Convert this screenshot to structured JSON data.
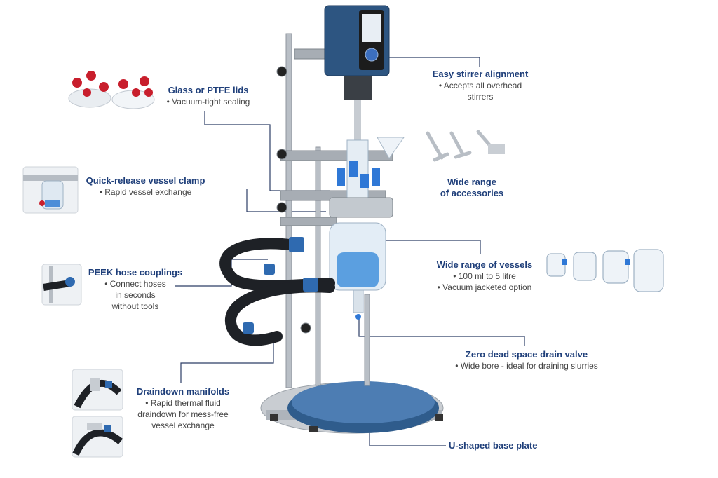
{
  "callouts": {
    "stirrer": {
      "title": "Easy stirrer alignment",
      "lines": [
        "• Accepts all overhead",
        "stirrers"
      ]
    },
    "lids": {
      "title": "Glass or PTFE lids",
      "lines": [
        "• Vacuum-tight sealing"
      ]
    },
    "clamp": {
      "title": "Quick-release vessel clamp",
      "lines": [
        "• Rapid vessel exchange"
      ]
    },
    "accessories": {
      "title_lines": [
        "Wide range",
        "of accessories"
      ]
    },
    "vessels": {
      "title": "Wide range of vessels",
      "lines": [
        "• 100 ml to 5 litre",
        "• Vacuum jacketed option"
      ]
    },
    "hose": {
      "title": "PEEK hose couplings",
      "lines": [
        "• Connect hoses",
        "in seconds",
        "without tools"
      ]
    },
    "drain": {
      "title": "Zero dead space drain valve",
      "lines": [
        "• Wide bore - ideal for draining slurries"
      ]
    },
    "manifold": {
      "title": "Draindown manifolds",
      "lines": [
        "• Rapid thermal fluid",
        "draindown for mess-free",
        "vessel exchange"
      ]
    },
    "base": {
      "title": "U-shaped base plate"
    }
  },
  "colors": {
    "title": "#1f3f7a",
    "text": "#444444",
    "leader": "#2c3e66",
    "steel": "#b9bfc6",
    "blue": "#3f6aa0",
    "glass": "#dfe9f2",
    "fluid": "#5b9fe0",
    "hose": "#1e2126"
  },
  "icons": [
    "lid-thumbnail-icon",
    "stirrer-paddles-icon",
    "vessel-set-icon",
    "clamp-thumbnail-icon",
    "hose-coupling-thumbnail-icon",
    "manifold-thumbnail-icon"
  ]
}
